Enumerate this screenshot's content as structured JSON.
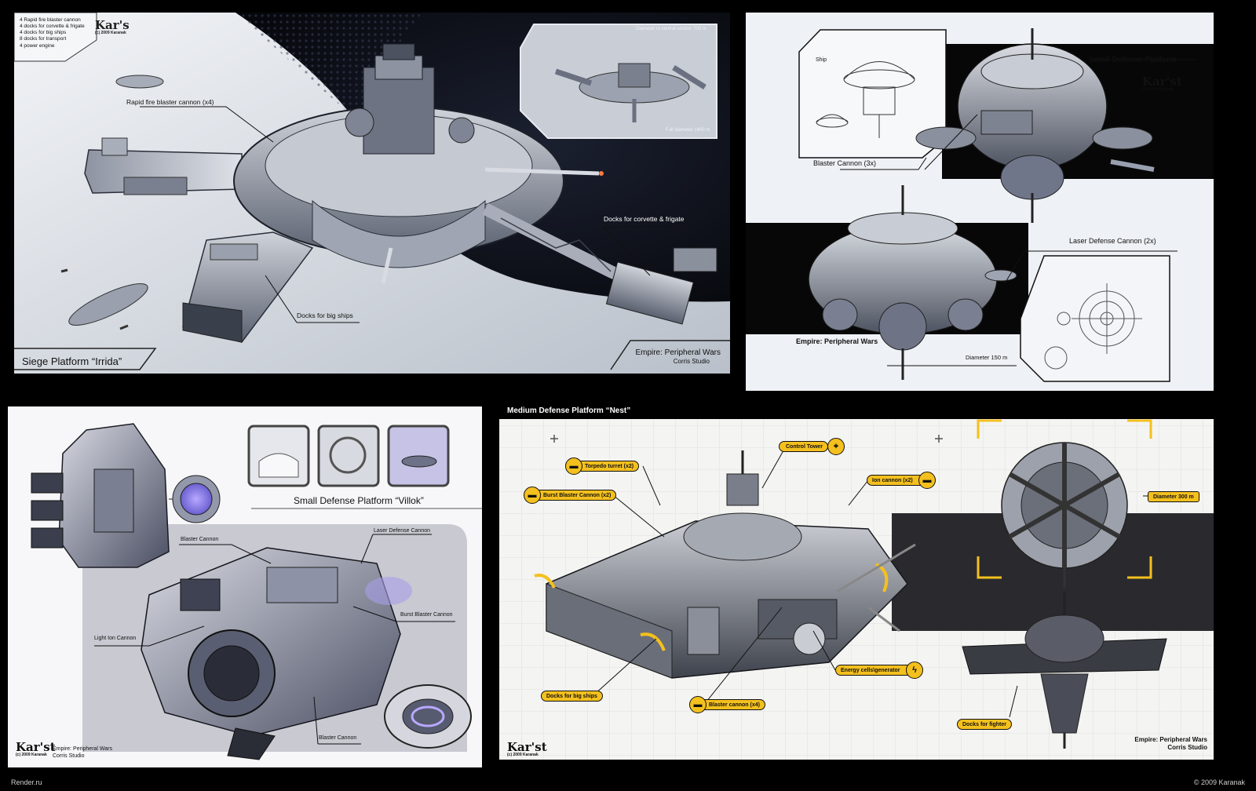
{
  "siege": {
    "specs": [
      "4 Rapid fire blaster cannon",
      "4 docks for corvette & frigate",
      "4 docks for big ships",
      "8 docks for transport",
      "4 power engine"
    ],
    "logo_main": "Kar's",
    "logo_sub": "(c) 2009 Karanak",
    "inset_diameter_top": "Diameter to central section 700 m",
    "inset_diameter_bottom": "Full diameter 1400 m",
    "callout_blaster": "Rapid fire blaster cannon (x4)",
    "callout_docks_corvette": "Docks for corvette & frigate",
    "callout_docks_big": "Docks for big ships",
    "title": "Siege Platform “Irrida”",
    "credit_game": "Empire: Peripheral Wars",
    "credit_studio": "Corris Studio"
  },
  "small": {
    "title": "Small Defense Platform",
    "logo_main": "Kar'st",
    "logo_sub": "(c) 2009 Karanak",
    "sketch_ship": "Ship",
    "callout_blaster": "Blaster Cannon (3x)",
    "callout_laser": "Laser Defense Cannon  (2x)",
    "credit_game": "Empire: Peripheral Wars",
    "diameter": "Diameter 150 m"
  },
  "villok": {
    "title": "Small Defense Platform “Villok”",
    "callout_blaster_top": "Blaster Cannon",
    "callout_laser": "Laser Defense Cannon",
    "callout_burst": "Burst Blaster Cannon",
    "callout_light_ion": "Light Ion Cannon",
    "callout_blaster_bottom": "Blaster Cannon",
    "logo_main": "Kar'st",
    "logo_sub": "(c) 2009 Karanak",
    "credit_game": "Empire: Peripheral Wars",
    "credit_studio": "Corris Studio"
  },
  "nest": {
    "title": "Medium Defense Platform “Nest”",
    "pill_control_tower": "Control Tower",
    "pill_torpedo": "Torpedo turret (x2)",
    "pill_burst": "Burst Blaster Cannon (x2)",
    "pill_ion": "Ion cannon (x2)",
    "pill_diameter": "Diameter 300 m",
    "pill_energy": "Energy cells\\generator",
    "pill_docks_big": "Docks for big ships",
    "pill_blaster": "Blaster cannon (x4)",
    "pill_docks_fighter": "Docks for fighter",
    "logo_main": "Kar'st",
    "logo_sub": "(c) 2009 Karanak",
    "credit_game": "Empire: Peripheral Wars",
    "credit_studio": "Corris Studio"
  },
  "footer": {
    "left": "Render.ru",
    "right": "© 2009 Karanak"
  }
}
